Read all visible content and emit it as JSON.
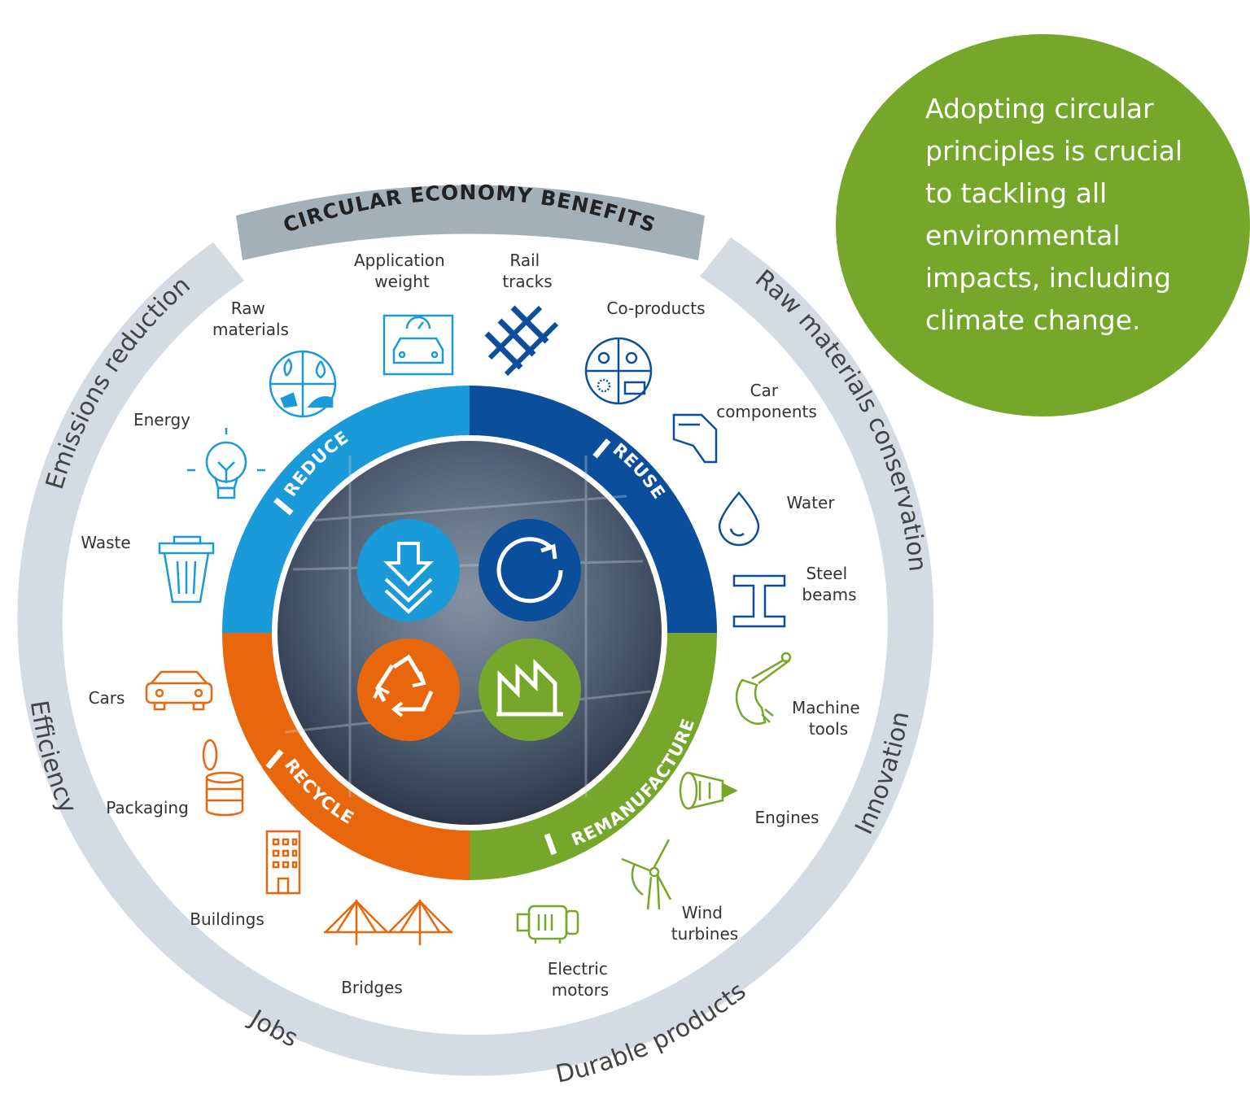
{
  "callout": {
    "text": "Adopting circular principles is crucial to tackling all environmental impacts, including climate change."
  },
  "title": "CIRCULAR ECONOMY BENEFITS",
  "outer_benefits": {
    "emissions": "Emissions reduction",
    "raw_materials": "Raw materials conservation",
    "efficiency": "Efficiency",
    "innovation": "Innovation",
    "jobs": "Jobs",
    "durable": "Durable products"
  },
  "quadrants": {
    "reduce": "REDUCE",
    "reuse": "REUSE",
    "recycle": "RECYCLE",
    "remanufacture": "REMANUFACTURE"
  },
  "items": {
    "application_weight": [
      "Application",
      "weight"
    ],
    "rail_tracks": [
      "Rail",
      "tracks"
    ],
    "raw_materials": [
      "Raw",
      "materials"
    ],
    "co_products": [
      "Co-products"
    ],
    "energy": [
      "Energy"
    ],
    "car_components": [
      "Car",
      "components"
    ],
    "water": [
      "Water"
    ],
    "waste": [
      "Waste"
    ],
    "steel_beams": [
      "Steel",
      "beams"
    ],
    "cars": [
      "Cars"
    ],
    "machine_tools": [
      "Machine",
      "tools"
    ],
    "packaging": [
      "Packaging"
    ],
    "engines": [
      "Engines"
    ],
    "buildings": [
      "Buildings"
    ],
    "wind_turbines": [
      "Wind",
      "turbines"
    ],
    "bridges": [
      "Bridges"
    ],
    "electric_motors": [
      "Electric",
      "motors"
    ]
  },
  "colors": {
    "reduce": "#1a9ad9",
    "reuse": "#0b4f9c",
    "recycle": "#e8670c",
    "remanufacture": "#76a72a",
    "outer_ring": "#d5dbe2",
    "banner": "#a3b0b8",
    "callout": "#76a72a"
  }
}
